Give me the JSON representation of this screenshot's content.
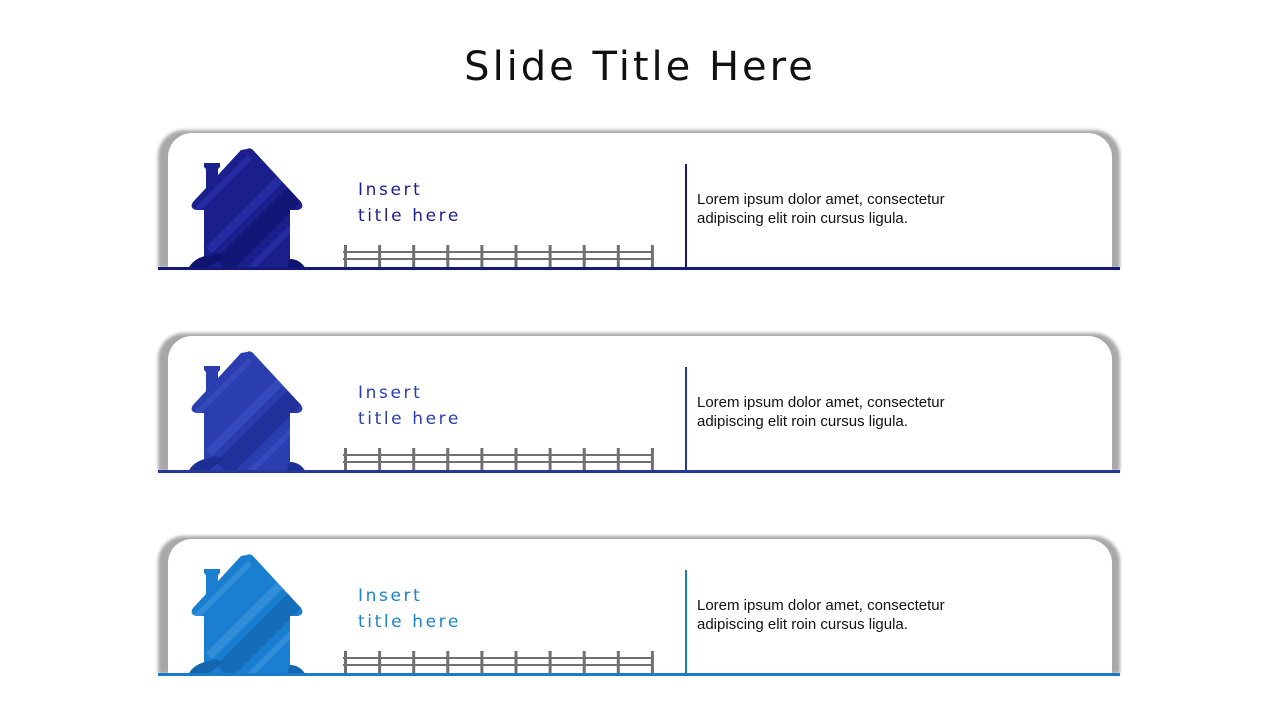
{
  "slide": {
    "title": "Slide Title Here"
  },
  "cards": [
    {
      "title_line1": "Insert",
      "title_line2": "title here",
      "description_line1": "Lorem ipsum dolor amet, consectetur",
      "description_line2": "adipiscing elit roin cursus ligula.",
      "icon": "house-icon",
      "colors": {
        "house": "#1a1f8c",
        "house_dark": "#0f1470",
        "stripe": "#2a32a8",
        "title": "#1a1f8c",
        "line": "#14197e"
      }
    },
    {
      "title_line1": "Insert",
      "title_line2": "title here",
      "description_line1": "Lorem ipsum dolor amet, consectetur",
      "description_line2": "adipiscing elit roin cursus ligula.",
      "icon": "house-icon",
      "colors": {
        "house": "#2a3eb0",
        "house_dark": "#1e2e94",
        "stripe": "#3a50c2",
        "title": "#2a3eb0",
        "line": "#24389e"
      }
    },
    {
      "title_line1": "Insert",
      "title_line2": "title here",
      "description_line1": "Lorem ipsum dolor amet, consectetur",
      "description_line2": "adipiscing elit roin cursus ligula.",
      "icon": "house-icon",
      "colors": {
        "house": "#1a7fd0",
        "house_dark": "#1466b0",
        "stripe": "#3a94dc",
        "title": "#1a84c8",
        "line": "#1a7cc8"
      }
    }
  ],
  "fence": {
    "posts": 10,
    "color": "#707070"
  }
}
